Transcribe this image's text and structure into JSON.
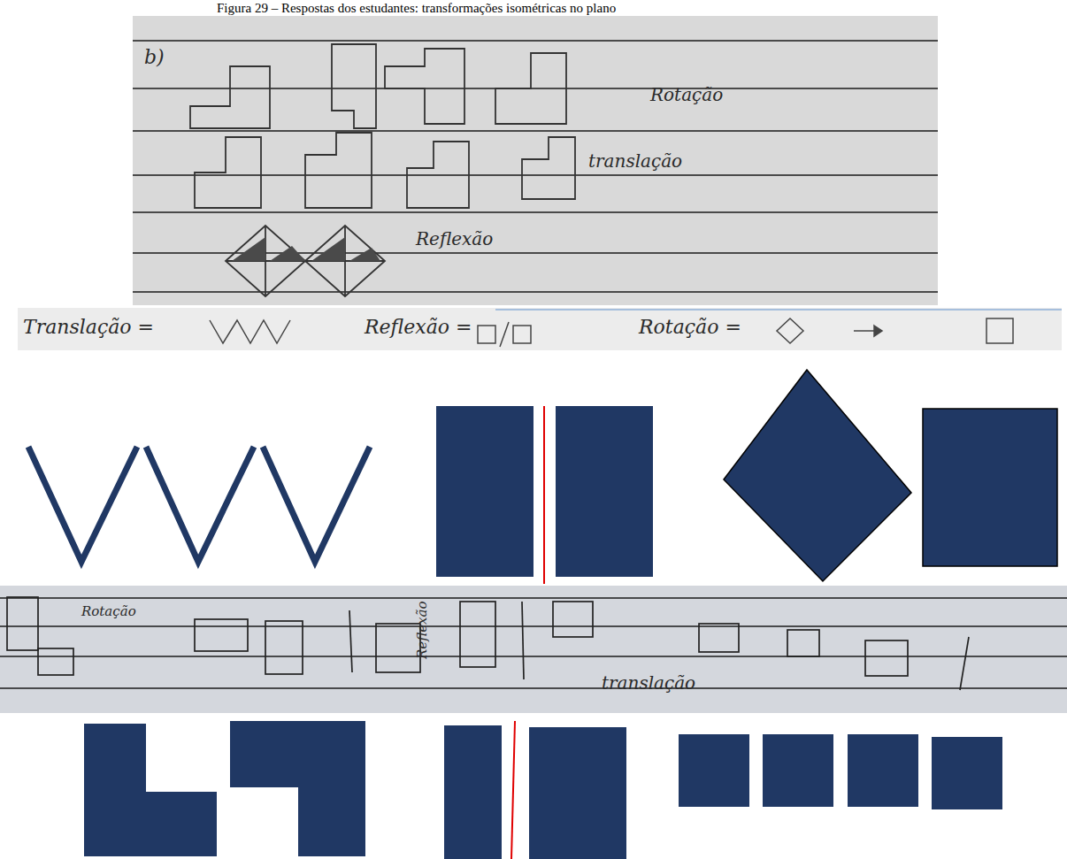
{
  "diagram": {
    "caption": "Figura 29 – Respostas dos estudantes: transformações isométricas no plano",
    "labels": [
      "b)",
      "Rotação",
      "translação",
      "Reflexão",
      "Translação =",
      "Reflexão =",
      "Rotação =",
      "Rotação",
      "Reflexão",
      "translação"
    ]
  }
}
